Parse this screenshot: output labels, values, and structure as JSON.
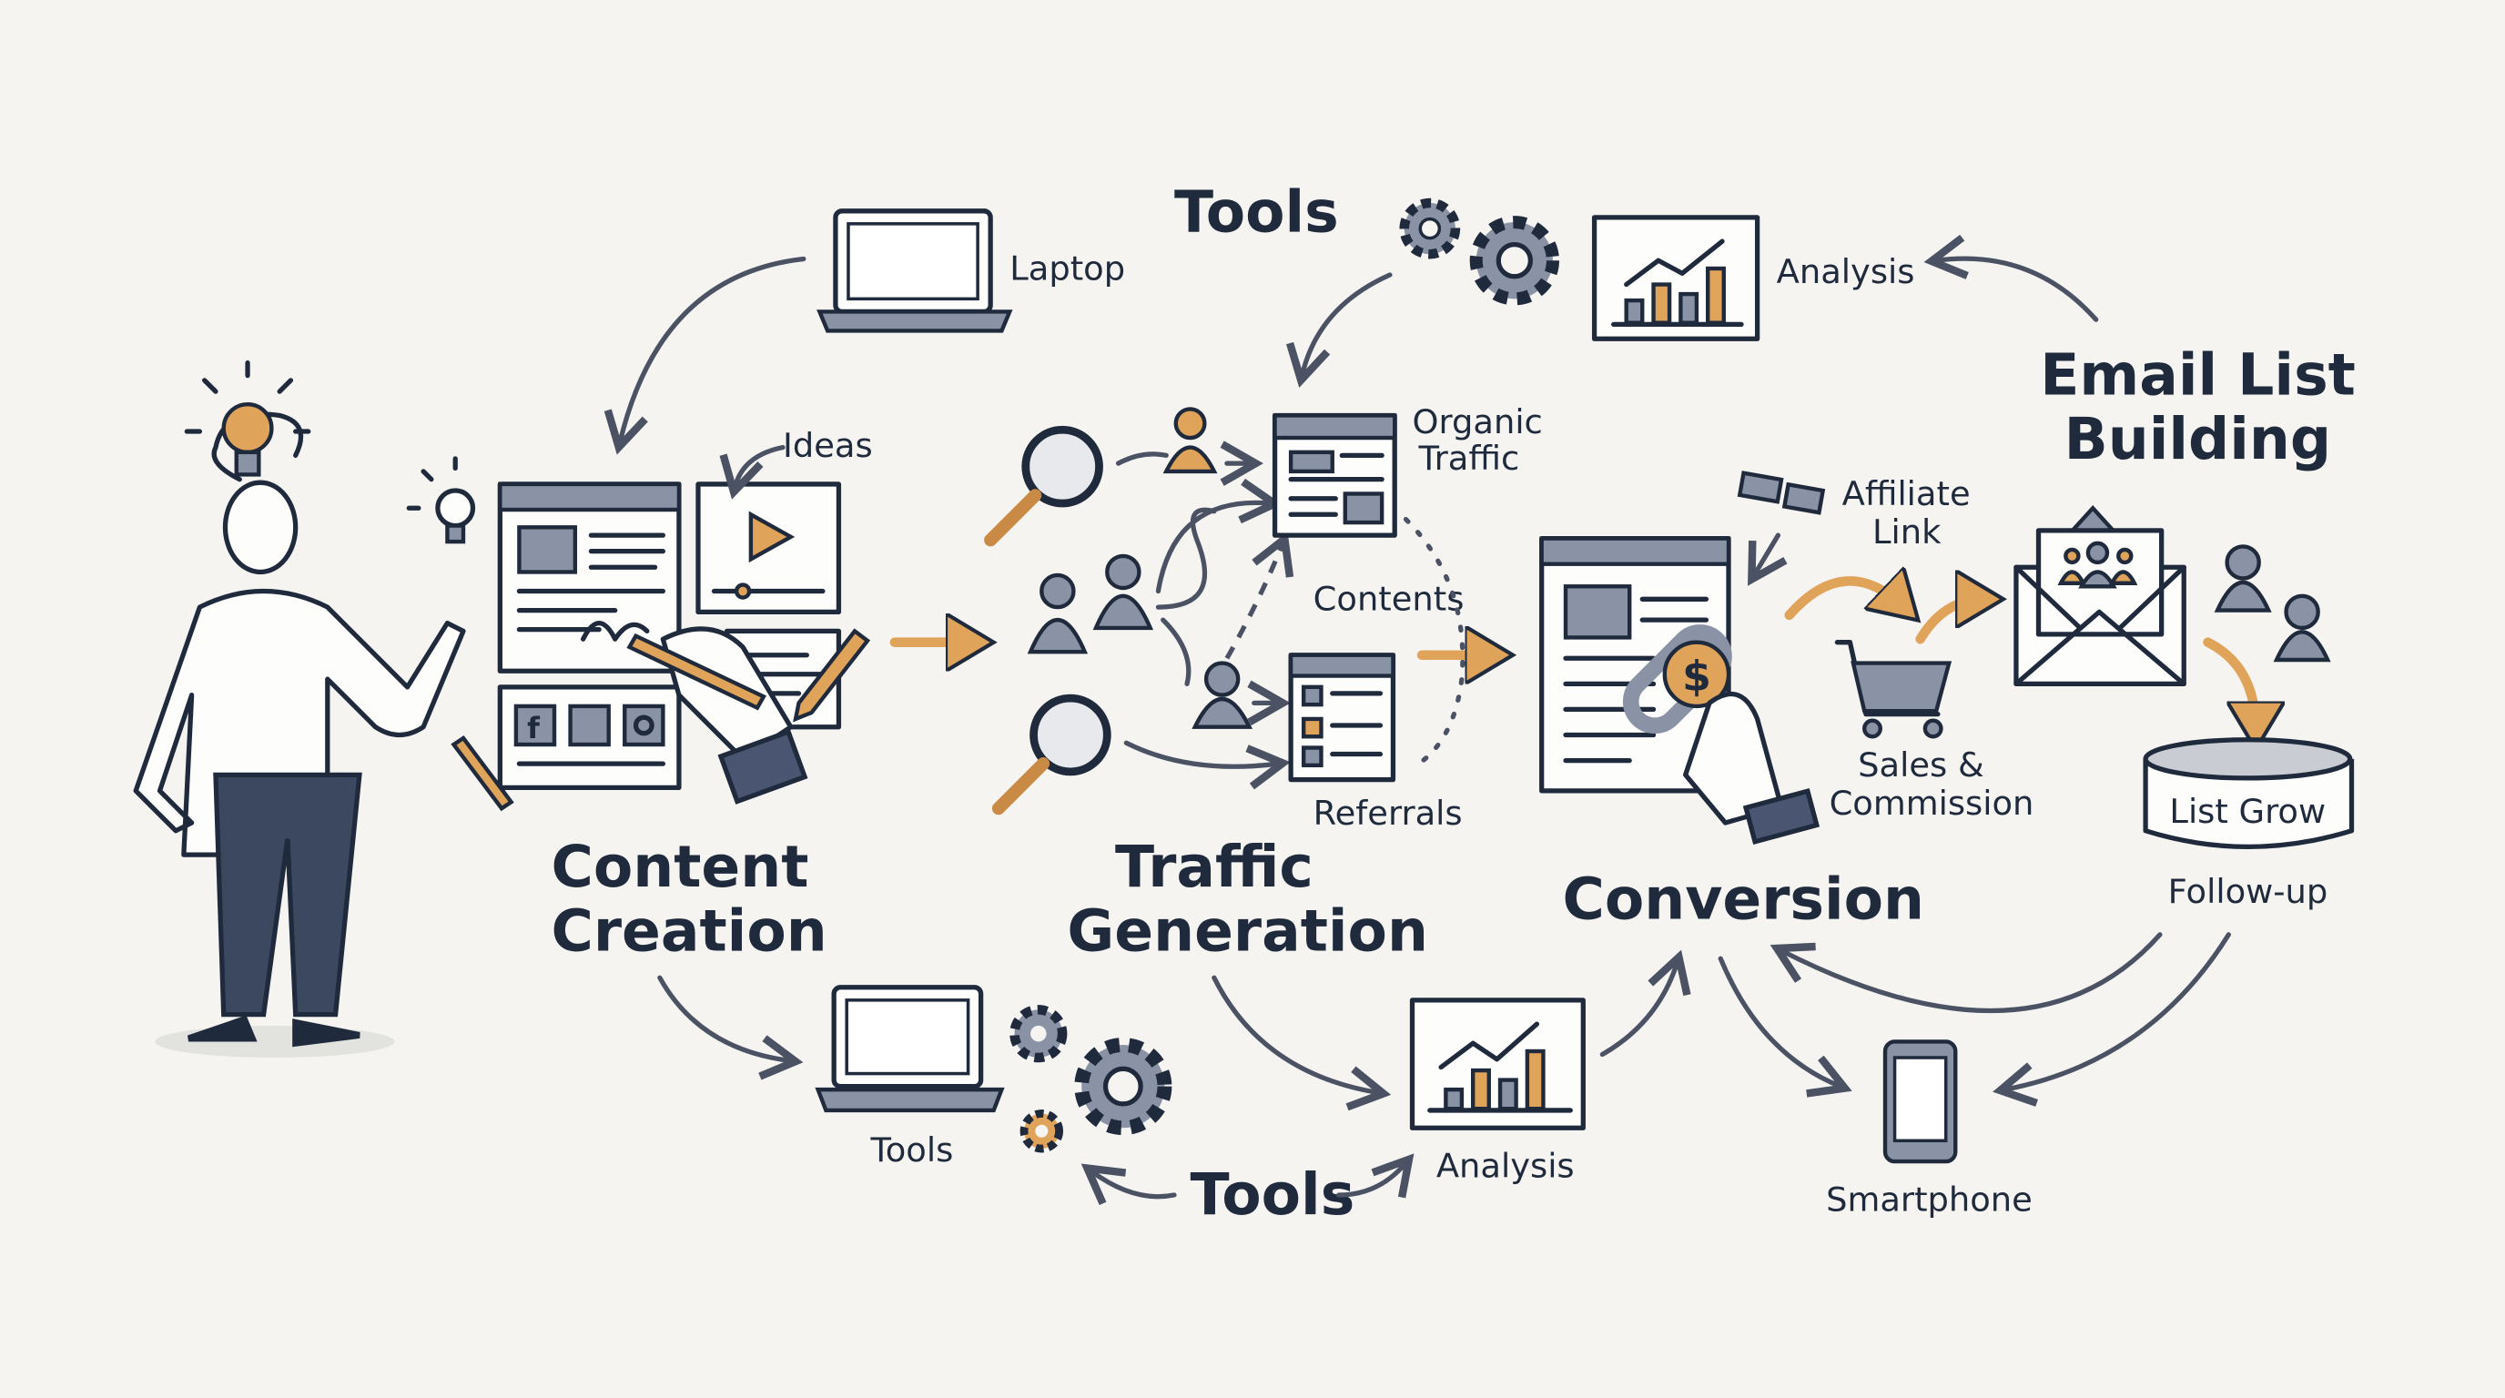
{
  "colors": {
    "background": "#f5f4f0",
    "ink": "#1f2a3d",
    "gray": "#8a93a5",
    "accent": "#e0a35a"
  },
  "stages": {
    "content_creation": [
      "Content",
      "Creation"
    ],
    "traffic_generation": [
      "Traffic",
      "Generation"
    ],
    "conversion": "Conversion",
    "email_list_building": [
      "Email List",
      "Building"
    ]
  },
  "labels": {
    "tools_top": "Tools",
    "laptop": "Laptop",
    "analysis_top": "Analysis",
    "ideas": "Ideas",
    "organic_traffic": [
      "Organic",
      "Traffic"
    ],
    "contents": "Contents",
    "referrals": "Referrals",
    "affiliate_link": [
      "Affiliate",
      "Link"
    ],
    "sales_commission": [
      "Sales &",
      "Commission"
    ],
    "list_grow": "List Grow",
    "follow_up": "Follow-up",
    "tools_bottom_small": "Tools",
    "tools_bottom": "Tools",
    "analysis_bottom": "Analysis",
    "smartphone": "Smartphone",
    "dollar": "$"
  }
}
